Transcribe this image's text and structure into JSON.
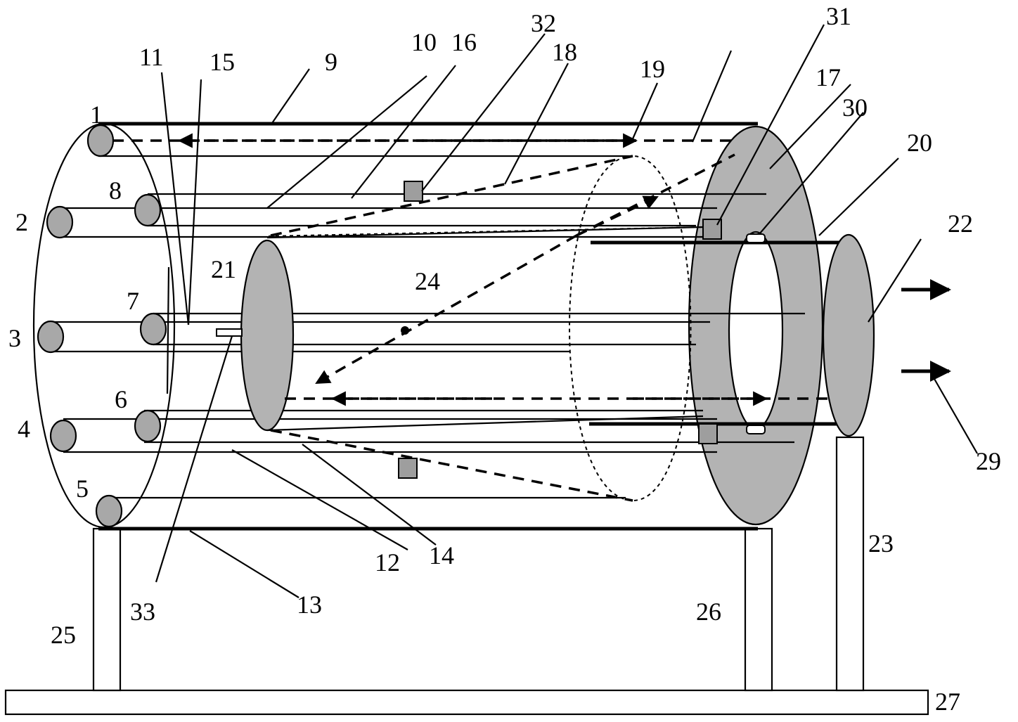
{
  "figure": {
    "labels": [
      "1",
      "2",
      "3",
      "4",
      "5",
      "6",
      "7",
      "8",
      "9",
      "10",
      "11",
      "12",
      "13",
      "14",
      "15",
      "16",
      "17",
      "18",
      "19",
      "20",
      "21",
      "22",
      "23",
      "24",
      "25",
      "26",
      "27",
      "29",
      "30",
      "31",
      "32",
      "33"
    ]
  },
  "colors": {
    "line": "#000000",
    "shaded": "#b3b3b3",
    "background": "#ffffff"
  }
}
